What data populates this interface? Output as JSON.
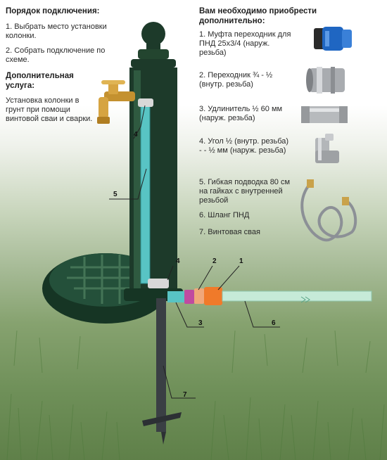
{
  "left": {
    "heading": "Порядок подключения:",
    "steps": [
      "1. Выбрать место установки колонки.",
      "2. Собрать подключение по схеме."
    ],
    "extra_heading": "Дополнительная услуга:",
    "extra_text": "Установка колонки в грунт при помощи винтовой сваи и сварки."
  },
  "right": {
    "heading": "Вам необходимо приобрести дополнительно:",
    "items": [
      "1. Муфта переходник для ПНД 25х3/4 (наруж. резьба)",
      "2.  Переходник ¾ - ½ (внутр. резьба)",
      "3.  Удлинитель ½ 60 мм (наруж. резьба)",
      "4.  Угол ½ (внутр. резьба) - - ½ мм (наруж. резьба)",
      "5.  Гибкая подводка 80 см на гайках с внутренней резьбой",
      "6. Шланг ПНД",
      "7. Винтовая свая"
    ]
  },
  "callouts": [
    "4",
    "5",
    "4",
    "2",
    "1",
    "3",
    "6",
    "7"
  ],
  "colors": {
    "hose": "#58c4c4",
    "coupling": "#f07a2a",
    "adapter": "#c04aa0",
    "post": "#1d3a2a",
    "pipe_pnd": "#c6ead8"
  }
}
